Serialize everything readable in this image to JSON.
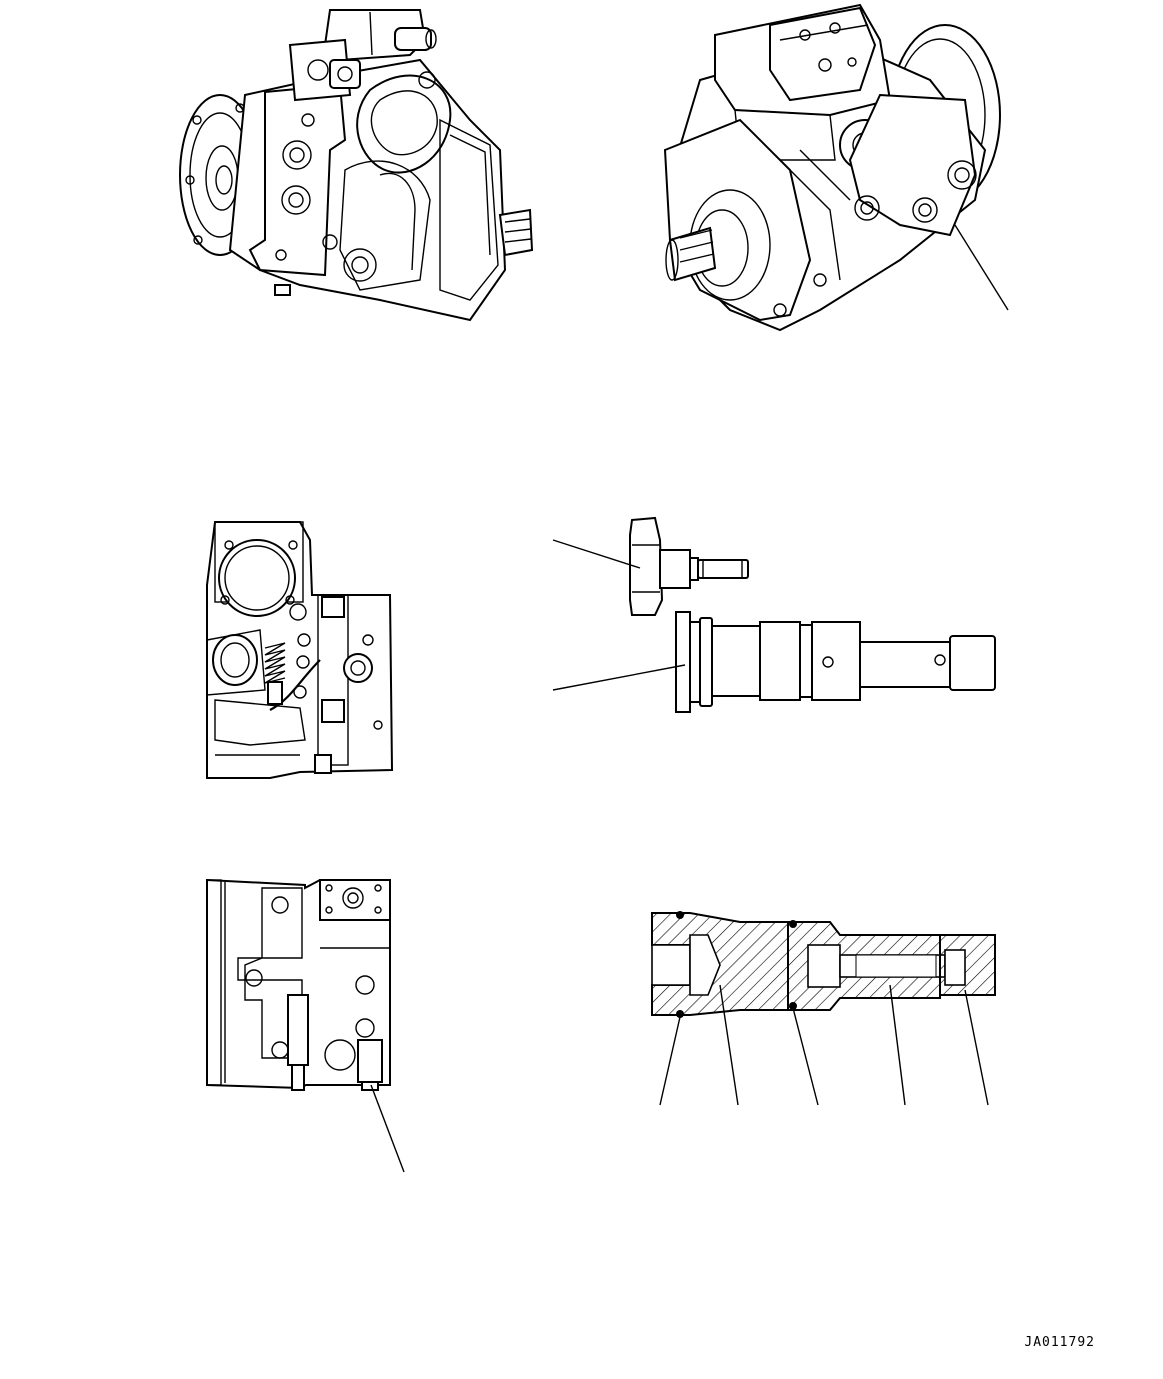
{
  "drawing": {
    "reference_code": "JA011792"
  },
  "views": [
    {
      "name": "pump-assembly-front-view"
    },
    {
      "name": "pump-assembly-rear-view"
    },
    {
      "name": "valve-block-top-view"
    },
    {
      "name": "valve-block-side-view"
    },
    {
      "name": "spool-and-sleeve-parts"
    },
    {
      "name": "valve-cartridge-cross-section"
    }
  ]
}
